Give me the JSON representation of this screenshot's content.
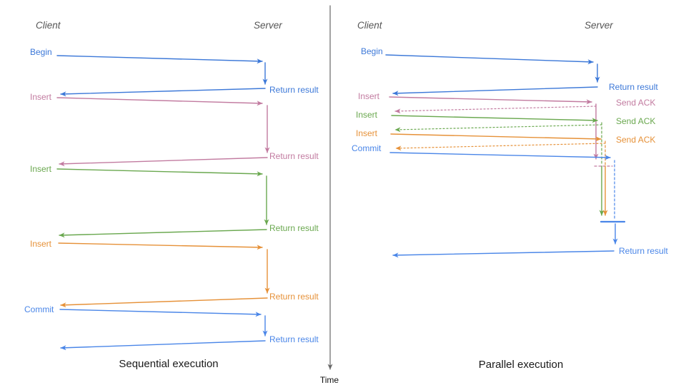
{
  "colors": {
    "blue": "#3c78d8",
    "blue2": "#4a86e8",
    "pink": "#c27ba0",
    "green": "#6aa84f",
    "orange": "#e69138",
    "axis": "#666666",
    "header": "#555555",
    "title": "#1a1a1a"
  },
  "time_axis": {
    "label": "Time"
  },
  "sequential": {
    "title": "Sequential execution",
    "client_label": "Client",
    "server_label": "Server",
    "operations": [
      {
        "label": "Begin",
        "color": "blue",
        "response": "Return result"
      },
      {
        "label": "Insert",
        "color": "pink",
        "response": "Return result"
      },
      {
        "label": "Insert",
        "color": "green",
        "response": "Return result"
      },
      {
        "label": "Insert",
        "color": "orange",
        "response": "Return result"
      },
      {
        "label": "Commit",
        "color": "blue2",
        "response": "Return result"
      }
    ]
  },
  "parallel": {
    "title": "Parallel execution",
    "client_label": "Client",
    "server_label": "Server",
    "operations": [
      {
        "label": "Begin",
        "color": "blue",
        "response": "Return result"
      },
      {
        "label": "Insert",
        "color": "pink",
        "response": "Send ACK"
      },
      {
        "label": "Insert",
        "color": "green",
        "response": "Send ACK"
      },
      {
        "label": "Insert",
        "color": "orange",
        "response": "Send ACK"
      },
      {
        "label": "Commit",
        "color": "blue2",
        "response": "Return result"
      }
    ]
  }
}
